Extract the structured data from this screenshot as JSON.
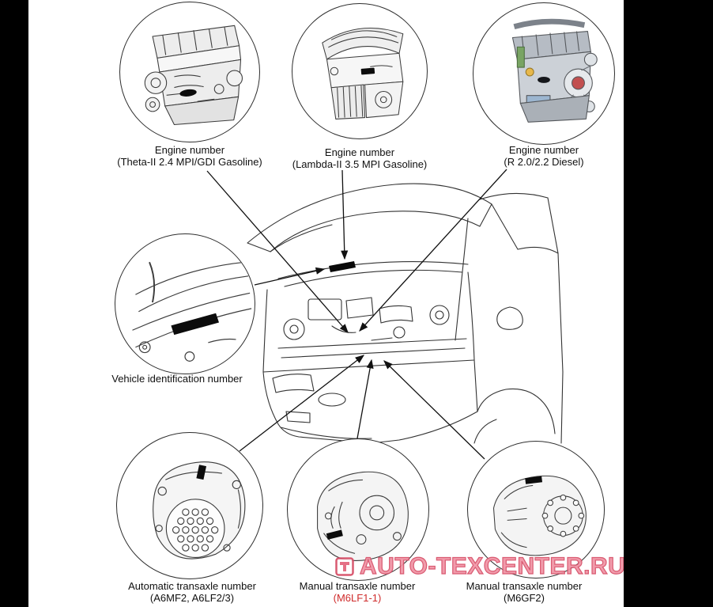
{
  "page": {
    "background": "#ffffff",
    "letterbox_bars_color": "#000000",
    "line_color": "#2e2e2e"
  },
  "callouts": {
    "theta": {
      "title": "Engine number",
      "subtitle": "(Theta-II 2.4 MPI/GDI Gasoline)"
    },
    "lambda": {
      "title": "Engine number",
      "subtitle": "(Lambda-II 3.5 MPI Gasoline)"
    },
    "diesel": {
      "title": "Engine number",
      "subtitle": "(R 2.0/2.2 Diesel)"
    },
    "vin": {
      "title": "Vehicle identification number",
      "subtitle": ""
    },
    "auto_transaxle": {
      "title": "Automatic transaxle number",
      "subtitle": "(A6MF2, A6LF2/3)"
    },
    "manual_transaxle_m6lf1": {
      "title": "Manual transaxle number",
      "subtitle": "(M6LF1-1)",
      "subtitle_color": "#cf2b2b"
    },
    "manual_transaxle_m6gf2": {
      "title": "Manual transaxle number",
      "subtitle": "(M6GF2)"
    }
  },
  "watermark": {
    "text": "AUTO-TEXCENTER.RU",
    "fill_color": "#f093a4",
    "outline_color": "#d64d66"
  }
}
